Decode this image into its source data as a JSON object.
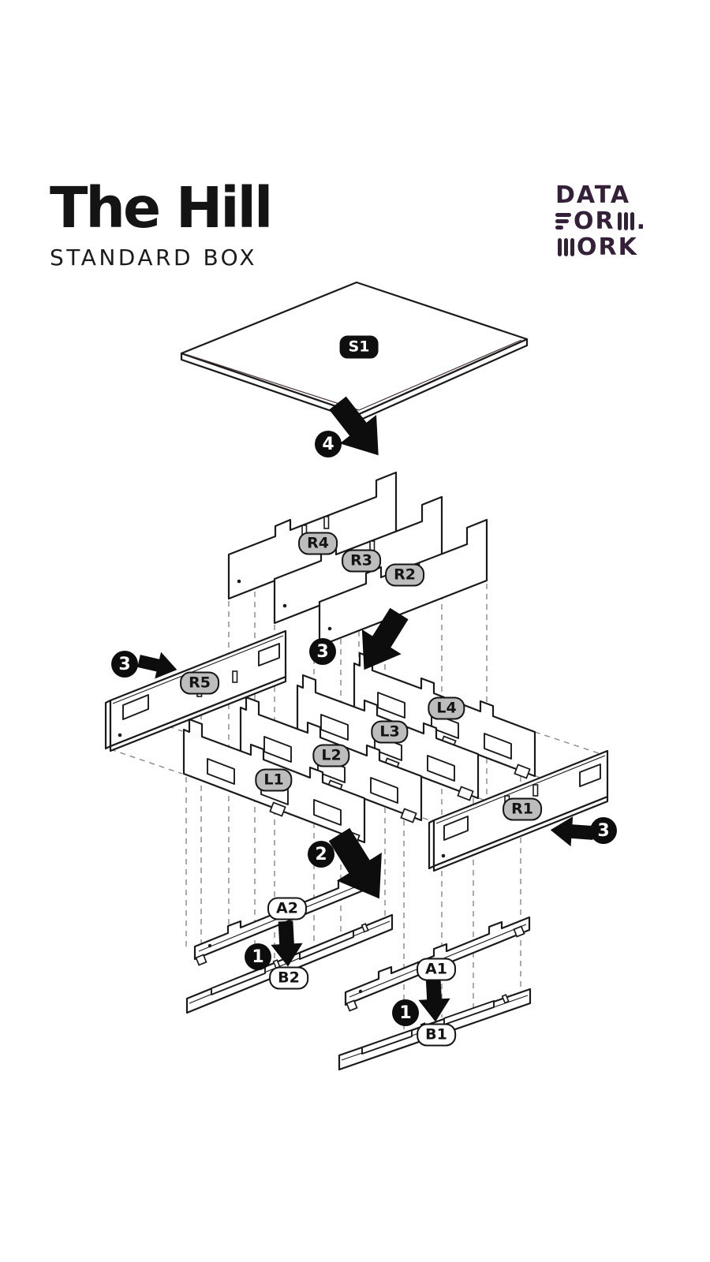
{
  "header": {
    "title": "The Hill",
    "subtitle": "STANDARD BOX"
  },
  "logo": {
    "word1": "DATA",
    "line2_mid": "OR",
    "line2_dot": ".",
    "line3_tail": "ORK"
  },
  "parts": {
    "s1": "S1",
    "r1": "R1",
    "r2": "R2",
    "r3": "R3",
    "r4": "R4",
    "r5": "R5",
    "l1": "L1",
    "l2": "L2",
    "l3": "L3",
    "l4": "L4",
    "a1": "A1",
    "a2": "A2",
    "b1": "B1",
    "b2": "B2"
  },
  "steps": {
    "one": "1",
    "two": "2",
    "three": "3",
    "four": "4"
  },
  "colors": {
    "panel_top": "#7b5a58",
    "panel_side": "#5e4240",
    "outline": "#1a1a1a",
    "label_gray": "#bdbdbd",
    "logo": "#342038",
    "arrow": "#0d0d0d"
  }
}
